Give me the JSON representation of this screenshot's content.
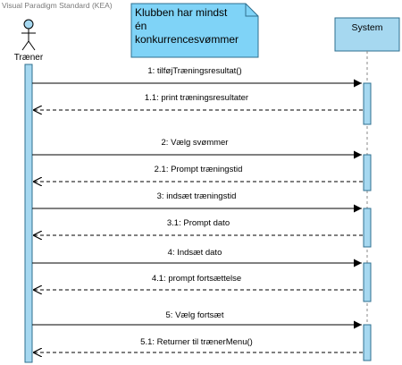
{
  "watermark": "Visual Paradigm Standard (KEA)",
  "note": {
    "lines": [
      "Klubben har mindst",
      "én",
      "konkurrencesvømmer"
    ]
  },
  "actor": {
    "name": "Træner"
  },
  "system": {
    "name": "System"
  },
  "colors": {
    "activation_fill": "#a6d8f0",
    "activation_stroke": "#2f6f8f",
    "note_fill": "#7fd3f7",
    "object_fill": "#a6d8f0",
    "lifeline": "#888888",
    "message": "#000000"
  },
  "messages": [
    {
      "label": "1: tilføjTræningsresultat()",
      "kind": "call"
    },
    {
      "label": "1.1: print træningsresultater",
      "kind": "return"
    },
    {
      "label": "2: Vælg svømmer",
      "kind": "call"
    },
    {
      "label": "2.1: Prompt træningstid",
      "kind": "return"
    },
    {
      "label": "3: indsæt træningstid",
      "kind": "call"
    },
    {
      "label": "3.1: Prompt dato",
      "kind": "return"
    },
    {
      "label": "4: Indsæt dato",
      "kind": "call"
    },
    {
      "label": "4.1: prompt fortsættelse",
      "kind": "return"
    },
    {
      "label": "5: Vælg fortsæt",
      "kind": "call"
    },
    {
      "label": "5.1: Returner til trænerMenu()",
      "kind": "return"
    }
  ]
}
